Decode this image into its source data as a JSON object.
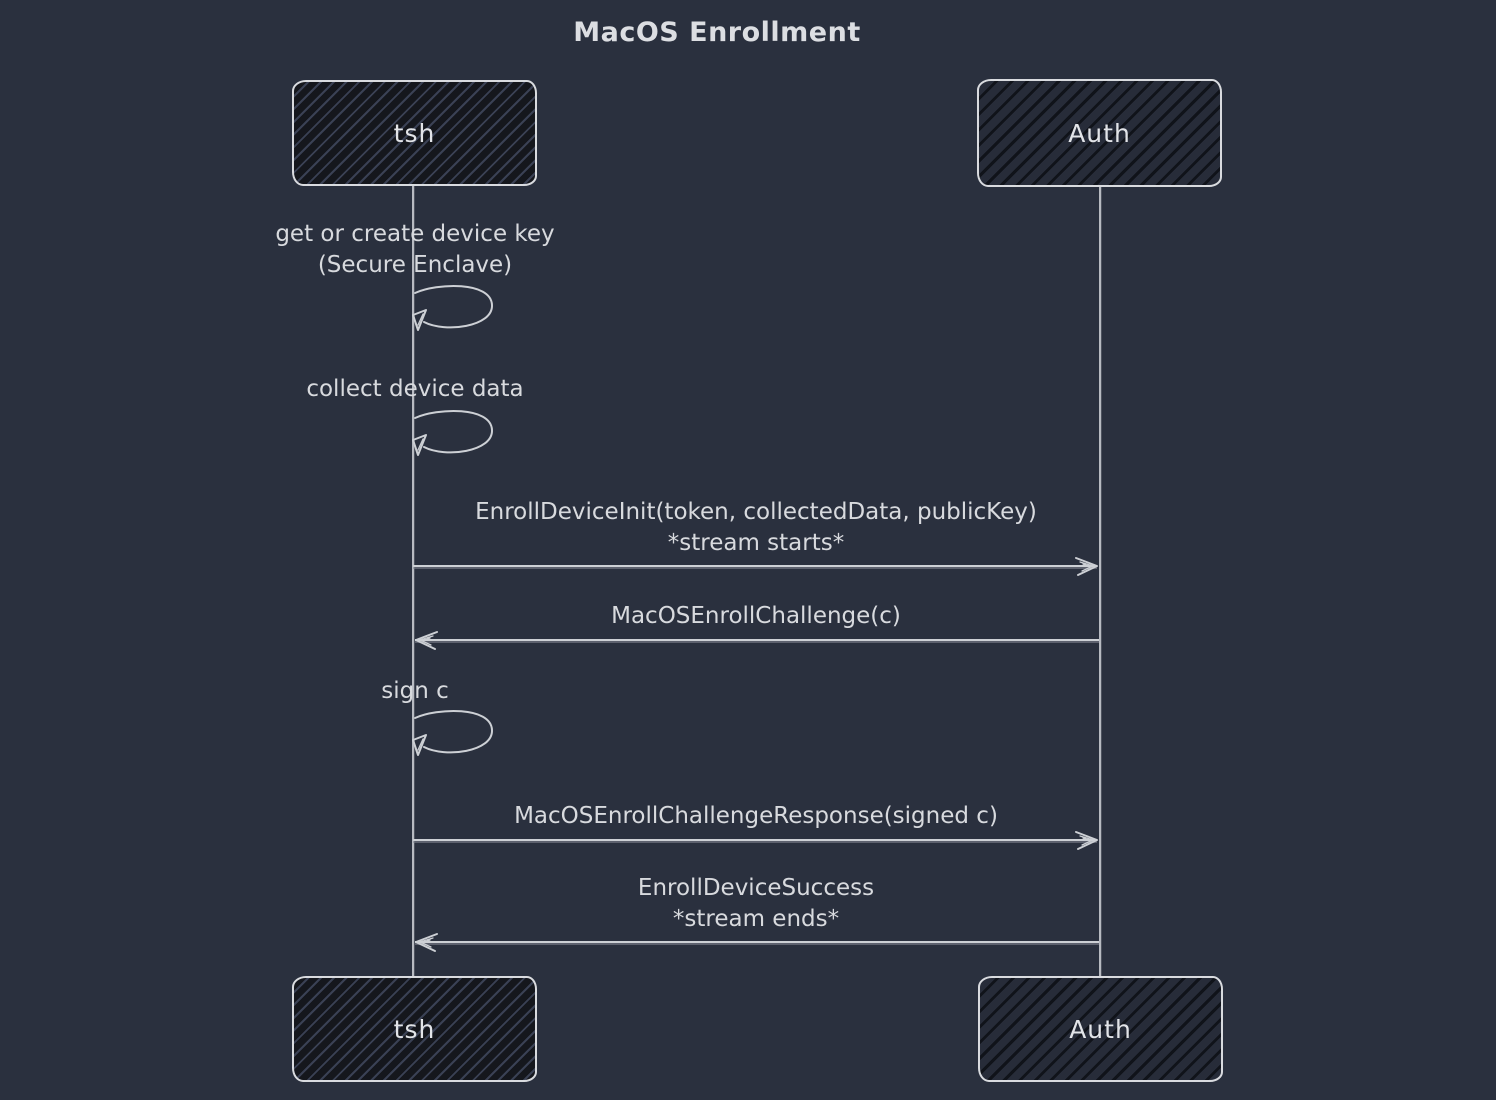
{
  "title": "MacOS Enrollment",
  "actors": {
    "left": "tsh",
    "right": "Auth"
  },
  "self_messages": [
    {
      "line1": "get or create device key",
      "line2": "(Secure Enclave)"
    },
    {
      "line1": "collect device data",
      "line2": ""
    },
    {
      "line1": "sign c",
      "line2": ""
    }
  ],
  "messages": [
    {
      "line1": "EnrollDeviceInit(token, collectedData, publicKey)",
      "line2": "*stream starts*",
      "direction": "right"
    },
    {
      "line1": "MacOSEnrollChallenge(c)",
      "line2": "",
      "direction": "left"
    },
    {
      "line1": "MacOSEnrollChallengeResponse(signed c)",
      "line2": "",
      "direction": "right"
    },
    {
      "line1": "EnrollDeviceSuccess",
      "line2": "*stream ends*",
      "direction": "left"
    }
  ],
  "colors": {
    "background": "#2a303e",
    "box_border": "#d9dbdf",
    "box_fill_dark": "#15171d",
    "box_fill_mid": "#272c39",
    "line": "#cdd0d5",
    "text": "#d8dade"
  }
}
